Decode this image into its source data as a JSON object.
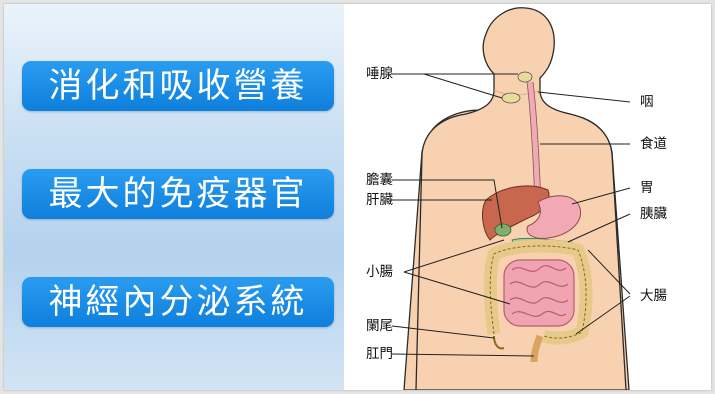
{
  "left_panel": {
    "topics": [
      "消化和吸收營養",
      "最大的免疫器官",
      "神經內分泌系統"
    ]
  },
  "diagram": {
    "labels": {
      "salivary_gland": "唾腺",
      "pharynx": "咽",
      "esophagus": "食道",
      "gallbladder": "膽囊",
      "liver": "肝臟",
      "stomach": "胃",
      "pancreas": "胰臟",
      "small_intestine": "小腸",
      "large_intestine": "大腸",
      "appendix": "闌尾",
      "anus": "肛門"
    },
    "colors": {
      "skin": "#f8d2b0",
      "skin_outline": "#2b2b2b",
      "liver": "#c8674e",
      "stomach": "#f3a9b3",
      "intestine": "#f0a4b2",
      "colon_outline": "#8a6a20",
      "pancreas": "#9fd1a6"
    }
  }
}
